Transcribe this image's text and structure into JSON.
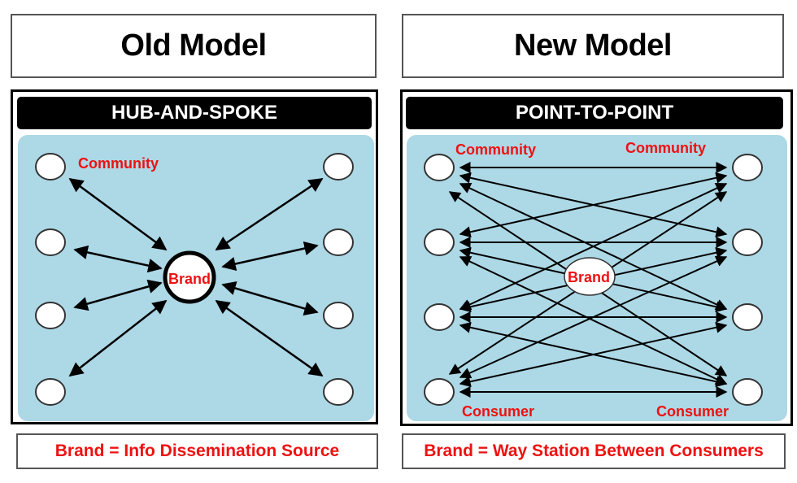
{
  "old_model": {
    "title": "Old Model",
    "bar_label": "HUB-AND-SPOKE",
    "hub_label": "Brand",
    "community_label": "Community",
    "caption": "Brand = Info Dissemination Source"
  },
  "new_model": {
    "title": "New Model",
    "bar_label": "POINT-TO-POINT",
    "hub_label": "Brand",
    "community_left": "Community",
    "community_right": "Community",
    "consumer_left": "Consumer",
    "consumer_right": "Consumer",
    "caption": "Brand = Way Station Between Consumers"
  },
  "colors": {
    "diagram_bg": "#add8e6",
    "label_red": "#ee1111",
    "arrow": "#000000"
  }
}
